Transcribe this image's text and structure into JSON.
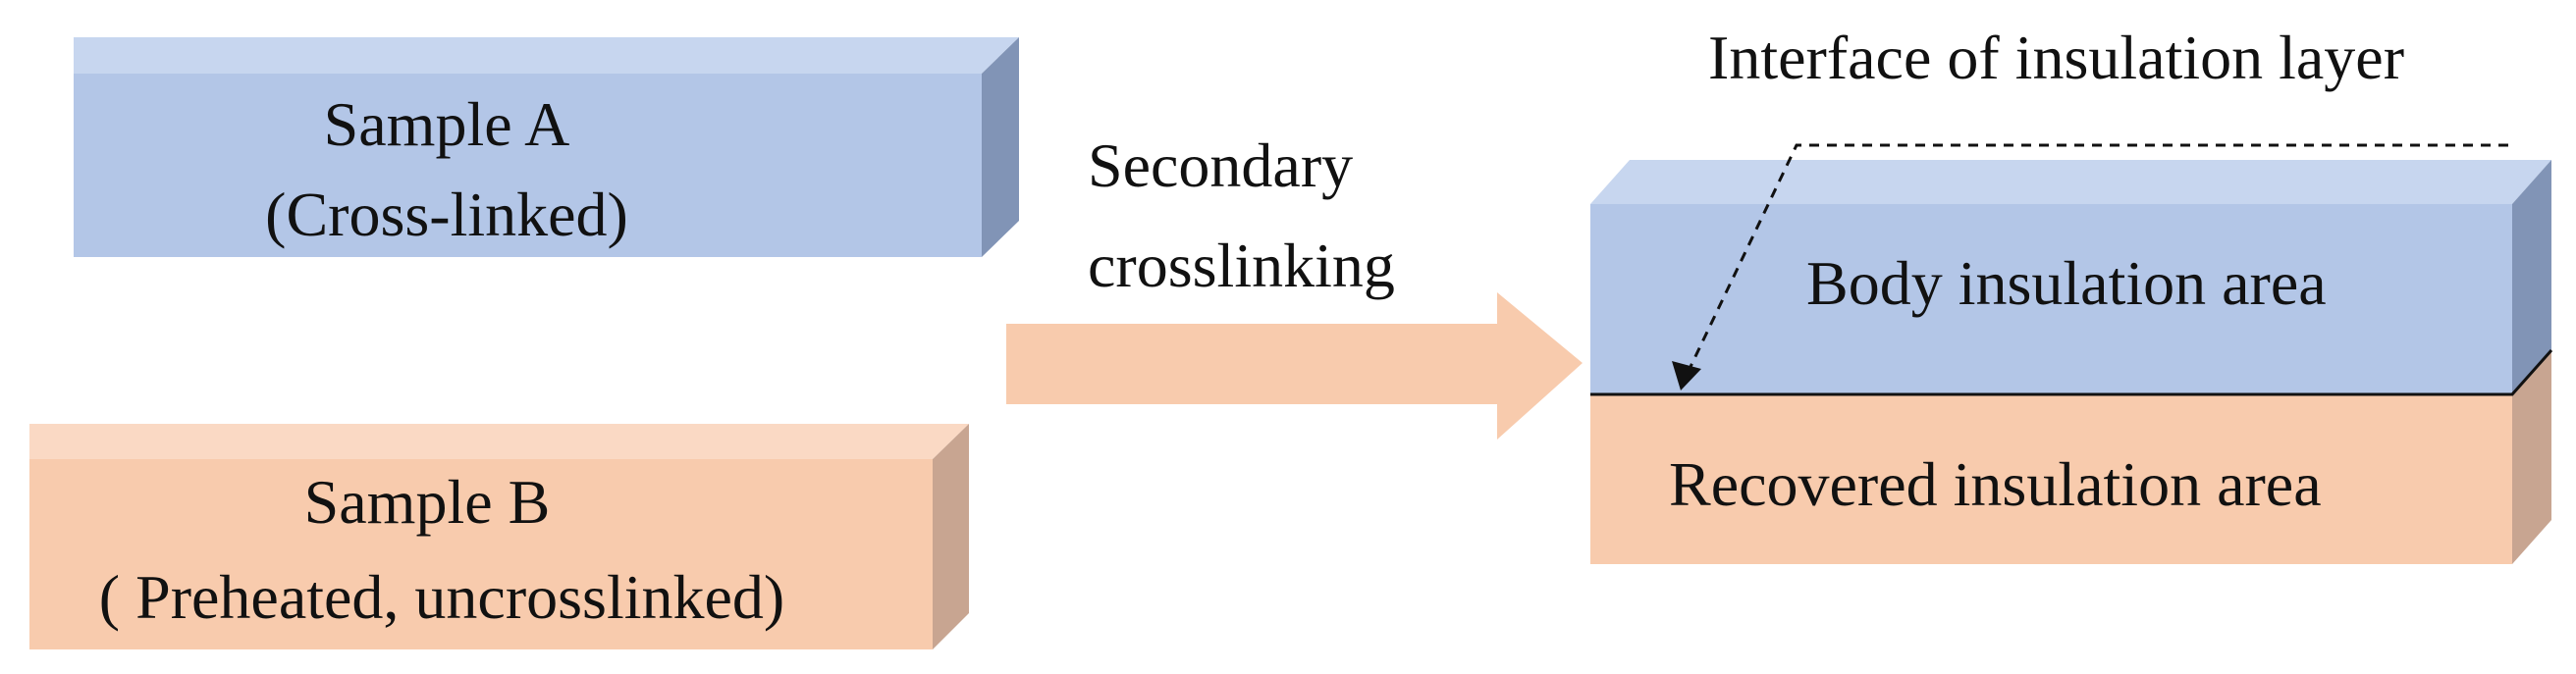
{
  "colors": {
    "blue_front": "#b3c6e7",
    "blue_top": "#c7d6ef",
    "blue_side": "#8194b6",
    "orange_front": "#f8cbad",
    "orange_top": "#fad9c4",
    "orange_side": "#c8a591",
    "arrow": "#f8cbad",
    "interface_line": "#111111",
    "text": "#111111"
  },
  "sample_a": {
    "line1": "Sample A",
    "line2": "(Cross-linked)"
  },
  "sample_b": {
    "line1": "Sample B",
    "line2": "( Preheated, uncrosslinked)"
  },
  "process_arrow": {
    "line1": "Secondary",
    "line2": "crosslinking"
  },
  "result": {
    "interface_label": "Interface of insulation  layer",
    "body_area_label": "Body insulation  area",
    "recovered_area_label": "Recovered insulation  area"
  }
}
